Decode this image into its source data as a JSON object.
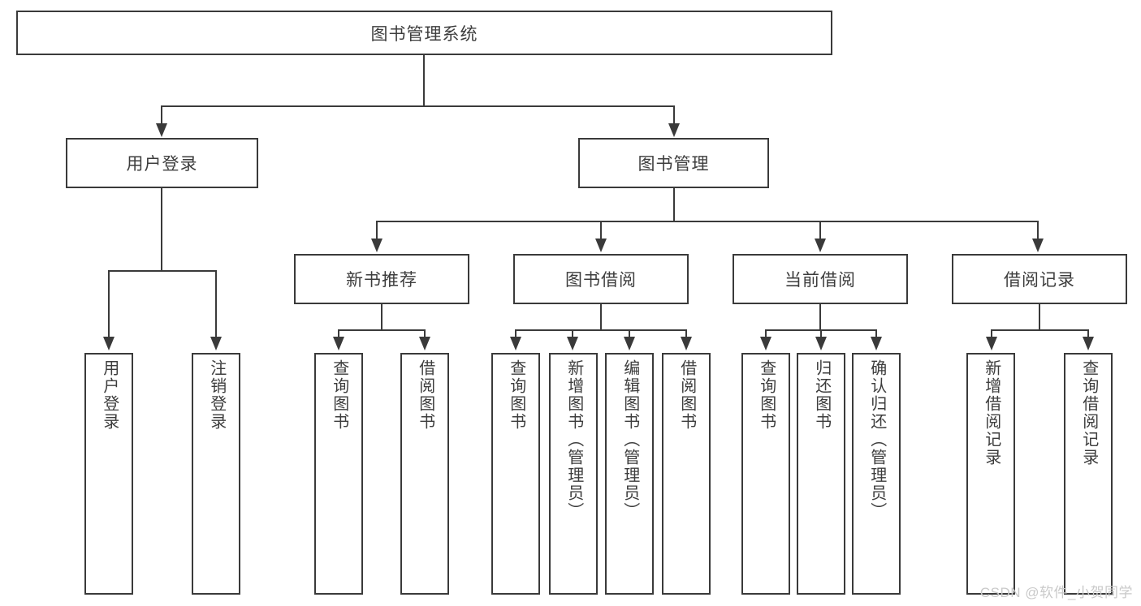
{
  "diagram": {
    "title": "图书管理系统",
    "watermark": "CSDN @软件_小贺同学",
    "line_color": "#3a3a3a",
    "text_color": "#3d3d3d",
    "background_color": "#ffffff",
    "root": {
      "label": "图书管理系统"
    },
    "level2": [
      {
        "label": "用户登录"
      },
      {
        "label": "图书管理"
      }
    ],
    "level3": [
      {
        "label": "新书推荐"
      },
      {
        "label": "图书借阅"
      },
      {
        "label": "当前借阅"
      },
      {
        "label": "借阅记录"
      }
    ],
    "leaves": {
      "user_login": [
        {
          "label": "用户登录"
        },
        {
          "label": "注销登录"
        }
      ],
      "new_book": [
        {
          "label": "查询图书"
        },
        {
          "label": "借阅图书"
        }
      ],
      "book_borrow": [
        {
          "label": "查询图书"
        },
        {
          "label": "新增图书（管理员）"
        },
        {
          "label": "编辑图书（管理员）"
        },
        {
          "label": "借阅图书"
        }
      ],
      "current_borrow": [
        {
          "label": "查询图书"
        },
        {
          "label": "归还图书"
        },
        {
          "label": "确认归还（管理员）"
        }
      ],
      "borrow_record": [
        {
          "label": "新增借阅记录"
        },
        {
          "label": "查询借阅记录"
        }
      ]
    }
  }
}
